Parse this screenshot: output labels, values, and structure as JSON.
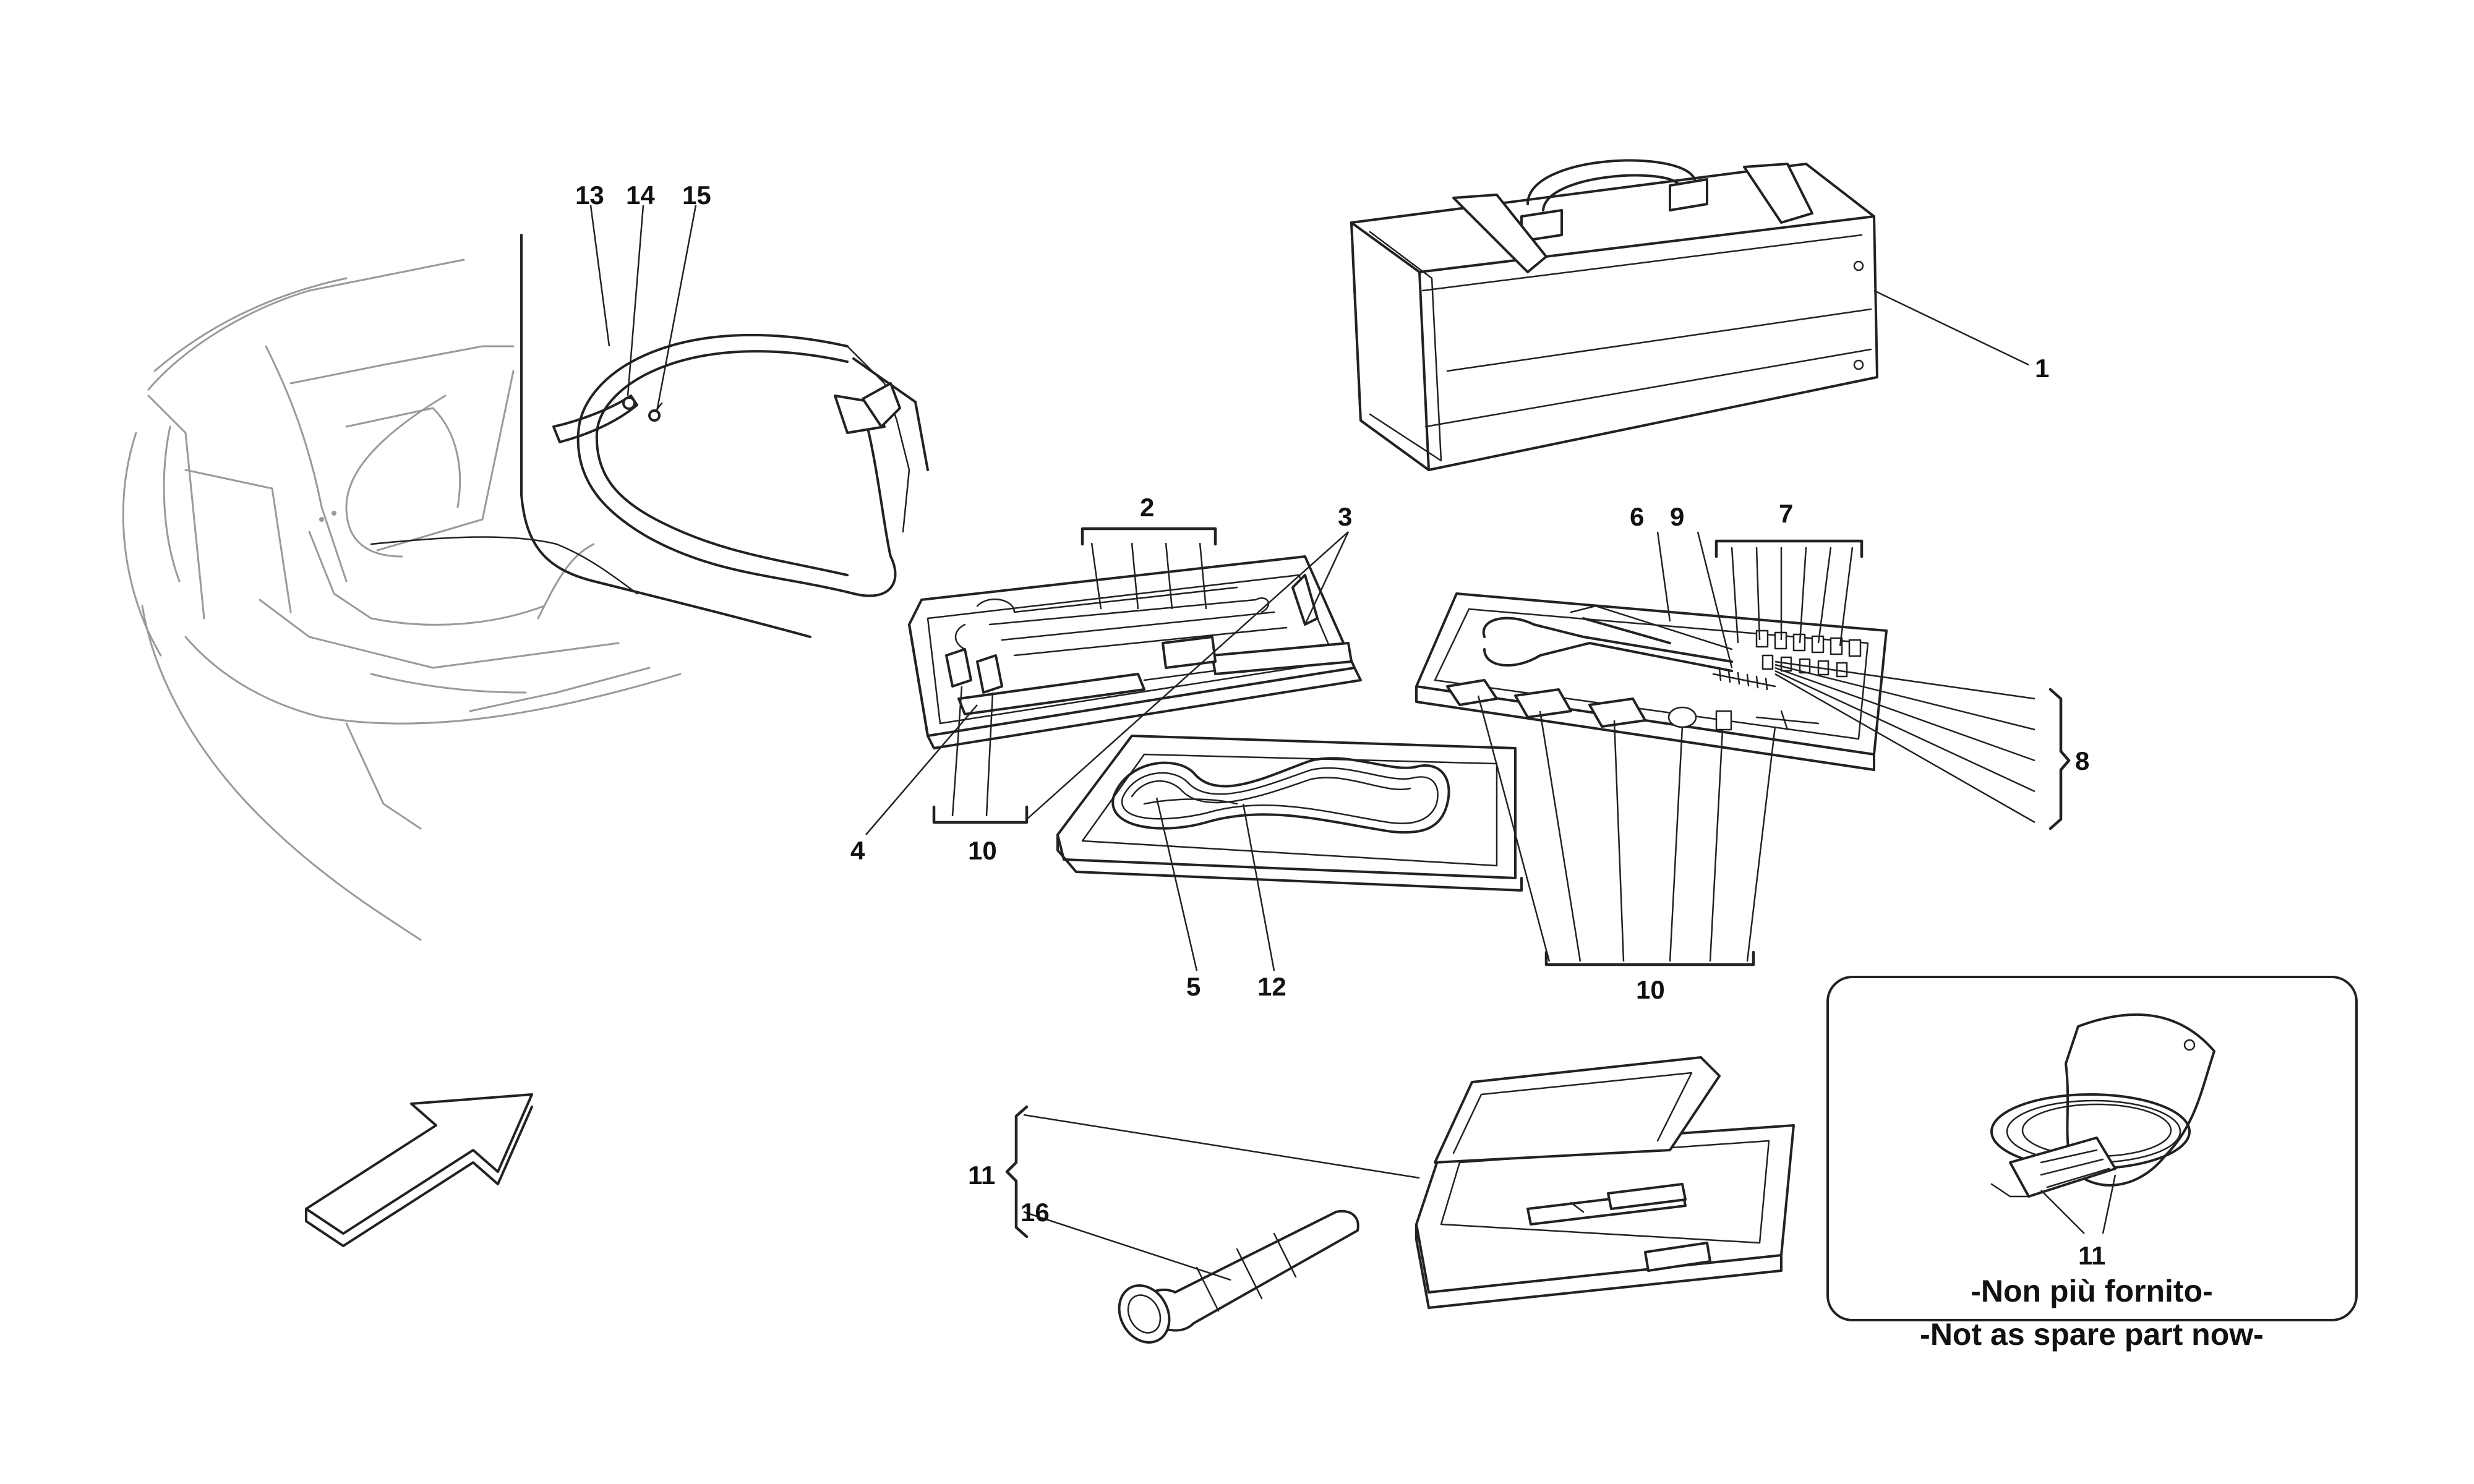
{
  "callouts": {
    "c1": "1",
    "c2": "2",
    "c3": "3",
    "c4": "4",
    "c5": "5",
    "c6": "6",
    "c7": "7",
    "c8": "8",
    "c9": "9",
    "c10a": "10",
    "c10b": "10",
    "c11a": "11",
    "c11b": "11",
    "c12": "12",
    "c13": "13",
    "c14": "14",
    "c15": "15",
    "c16": "16"
  },
  "notice": {
    "line1": "-Non più fornito-",
    "line2": "-Not as spare part now-"
  }
}
